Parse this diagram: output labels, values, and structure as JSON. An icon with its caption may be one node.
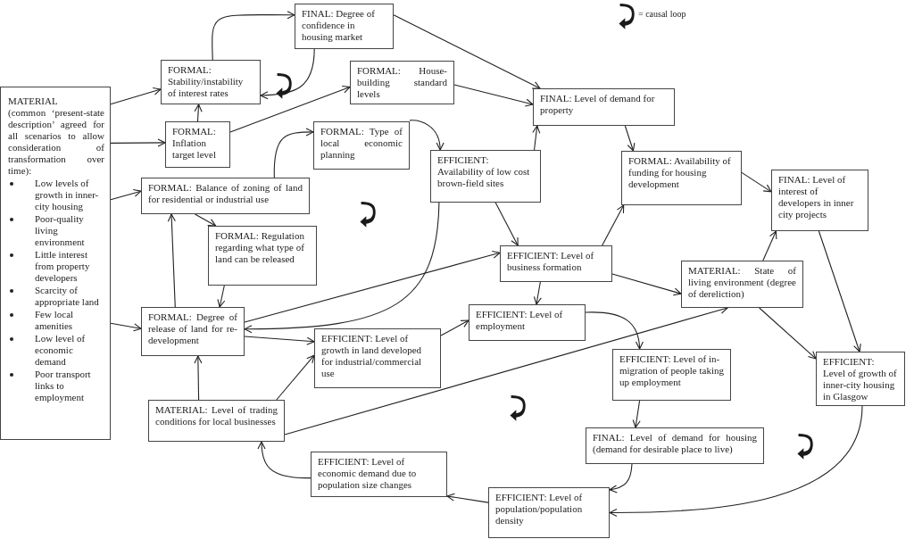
{
  "diagram": {
    "nodes": [
      {
        "text": [
          "MATERIAL",
          "(common ‘present-state description’ agreed for all scenarios to allow consideration of transformation over time):",
          "Low levels of growth in inner-city housing",
          "Poor-quality living environment",
          "Little interest from property developers",
          "Scarcity of appropriate land",
          "Few local amenities",
          "Low level of economic demand",
          "Poor transport links to employment"
        ]
      },
      {
        "text": [
          "FORMAL: Stability/instability of interest rates"
        ]
      },
      {
        "text": [
          "FINAL: Degree of confidence in housing market"
        ]
      },
      {
        "text": [
          "FORMAL: Inflation target level"
        ]
      },
      {
        "text": [
          "FORMAL: House-building standard levels"
        ]
      },
      {
        "text": [
          "FORMAL: Type of local economic planning"
        ]
      },
      {
        "text": [
          "FORMAL: Balance of zoning of land for residential or industrial use"
        ]
      },
      {
        "text": [
          "FORMAL: Regulation regarding what type of land can be released"
        ]
      },
      {
        "text": [
          "FORMAL: Degree of release of land for re-development"
        ]
      },
      {
        "text": [
          "MATERIAL: Level of trading conditions for local businesses"
        ]
      },
      {
        "text": [
          "EFFICIENT: Availability of low cost brown-field sites"
        ]
      },
      {
        "text": [
          "FINAL: Level of demand for property"
        ]
      },
      {
        "text": [
          "FORMAL: Availability of funding for housing development"
        ]
      },
      {
        "text": [
          "FINAL: Level of interest of developers in inner city projects"
        ]
      },
      {
        "text": [
          "EFFICIENT: Level of business formation"
        ]
      },
      {
        "text": [
          "MATERIAL: State of living environment (degree of dereliction)"
        ]
      },
      {
        "text": [
          "EFFICIENT: Level of employment"
        ]
      },
      {
        "text": [
          "EFFICIENT: Level of growth in land developed for industrial/commercial use"
        ]
      },
      {
        "text": [
          "EFFICIENT: Level of in-migration of people taking up employment"
        ]
      },
      {
        "text": [
          "EFFICIENT: Level of growth of inner-city housing in Glasgow"
        ]
      },
      {
        "text": [
          "FINAL: Level of demand for housing (demand for desirable place to live)"
        ]
      },
      {
        "text": [
          "EFFICIENT: Level of economic demand due to population size changes"
        ]
      },
      {
        "text": [
          "EFFICIENT: Level of population/population density"
        ]
      }
    ],
    "edges": [
      {
        "from": 0,
        "to": 1,
        "arrow": "to"
      },
      {
        "from": 0,
        "to": 3,
        "arrow": "to"
      },
      {
        "from": 0,
        "to": 6,
        "arrow": "to"
      },
      {
        "from": 0,
        "to": 8,
        "arrow": "to"
      },
      {
        "from": 1,
        "to": 2,
        "arrow": "to"
      },
      {
        "from": 2,
        "to": 1,
        "arrow": "to"
      },
      {
        "from": 3,
        "to": 1,
        "arrow": "to"
      },
      {
        "from": 3,
        "to": 4,
        "arrow": "to"
      },
      {
        "from": 6,
        "to": 5,
        "arrow": "to"
      },
      {
        "from": 5,
        "to": 10,
        "arrow": "to"
      },
      {
        "from": 2,
        "to": 11,
        "arrow": "to"
      },
      {
        "from": 4,
        "to": 11,
        "arrow": "to"
      },
      {
        "from": 10,
        "to": 11,
        "arrow": "to"
      },
      {
        "from": 10,
        "to": 14,
        "arrow": "to"
      },
      {
        "from": 10,
        "to": 8,
        "arrow": "to"
      },
      {
        "from": 8,
        "to": 14,
        "arrow": "to"
      },
      {
        "from": 8,
        "to": 17,
        "arrow": "to"
      },
      {
        "from": 8,
        "to": 6,
        "arrow": "to"
      },
      {
        "from": 6,
        "to": 7,
        "arrow": "to"
      },
      {
        "from": 7,
        "to": 8,
        "arrow": "to"
      },
      {
        "from": 9,
        "to": 8,
        "arrow": "to"
      },
      {
        "from": 9,
        "to": 17,
        "arrow": "to"
      },
      {
        "from": 9,
        "to": 15,
        "arrow": "to"
      },
      {
        "from": 11,
        "to": 12,
        "arrow": "to"
      },
      {
        "from": 14,
        "to": 12,
        "arrow": "to"
      },
      {
        "from": 12,
        "to": 13,
        "arrow": "to"
      },
      {
        "from": 14,
        "to": 16,
        "arrow": "to"
      },
      {
        "from": 14,
        "to": 15,
        "arrow": "to"
      },
      {
        "from": 17,
        "to": 16,
        "arrow": "to"
      },
      {
        "from": 16,
        "to": 18,
        "arrow": "to"
      },
      {
        "from": 15,
        "to": 13,
        "arrow": "to"
      },
      {
        "from": 13,
        "to": 19,
        "arrow": "to"
      },
      {
        "from": 15,
        "to": 19,
        "arrow": "to"
      },
      {
        "from": 18,
        "to": 20,
        "arrow": "to"
      },
      {
        "from": 20,
        "to": 22,
        "arrow": "to"
      },
      {
        "from": 19,
        "to": 22,
        "arrow": "to"
      },
      {
        "from": 22,
        "to": 21,
        "arrow": "to"
      },
      {
        "from": 21,
        "to": 9,
        "arrow": "to"
      }
    ],
    "legend": [
      {
        "text": "= causal loop"
      }
    ]
  }
}
